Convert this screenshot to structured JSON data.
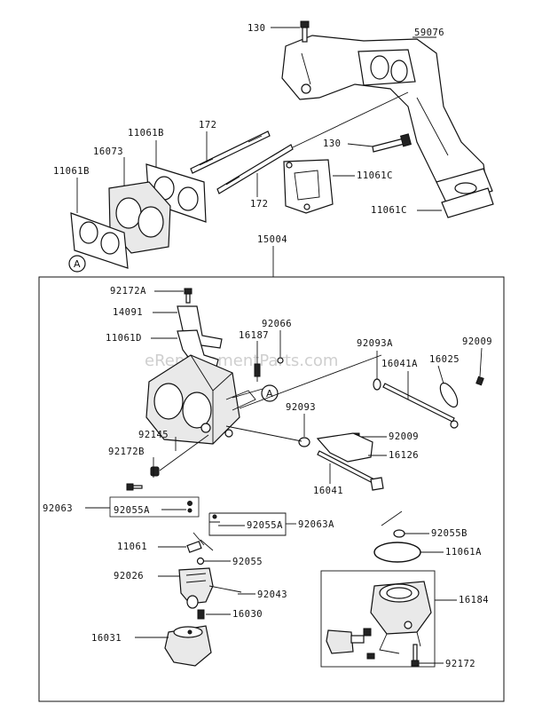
{
  "watermark": "eReplacementParts.com",
  "ref_markers": [
    "A",
    "A"
  ],
  "labels": {
    "p130a": "130",
    "p59076": "59076",
    "p11061b_top": "11061B",
    "p172_top": "172",
    "p16073": "16073",
    "p11061b_left": "11061B",
    "p130b": "130",
    "p11061c_mid": "11061C",
    "p172_bot": "172",
    "p11061c_bot": "11061C",
    "p15004": "15004",
    "p92172a": "92172A",
    "p14091": "14091",
    "p92066": "92066",
    "p11061d": "11061D",
    "p16187": "16187",
    "p92093a": "92093A",
    "p92009_top": "92009",
    "p16041a": "16041A",
    "p16025": "16025",
    "p92093": "92093",
    "p92145": "92145",
    "p92009_mid": "92009",
    "p92172b": "92172B",
    "p16126": "16126",
    "p16041": "16041",
    "p92063": "92063",
    "p92055a_l": "92055A",
    "p92055a_r": "92055A",
    "p92063a": "92063A",
    "p92055b": "92055B",
    "p11061": "11061",
    "p92055": "92055",
    "p11061a": "11061A",
    "p92026": "92026",
    "p92043": "92043",
    "p16184": "16184",
    "p16030": "16030",
    "p16031": "16031",
    "p92172": "92172"
  }
}
